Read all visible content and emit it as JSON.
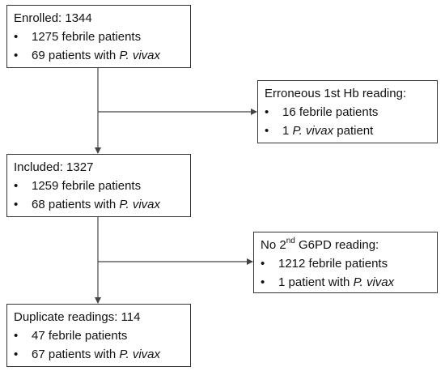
{
  "boxes": {
    "enrolled": {
      "title": "Enrolled: 1344",
      "line1": "1275 febrile patients",
      "line2_pre": "69 patients with ",
      "line2_it": "P. vivax"
    },
    "hb": {
      "title": "Erroneous 1st Hb reading:",
      "line1": "16 febrile patients",
      "line2_pre": "1 ",
      "line2_it": "P. vivax",
      "line2_post": " patient"
    },
    "included": {
      "title": "Included: 1327",
      "line1": "1259 febrile patients",
      "line2_pre": "68 patients with ",
      "line2_it": "P. vivax"
    },
    "g6pd": {
      "title_pre": "No 2",
      "title_sup": "nd",
      "title_post": " G6PD reading:",
      "line1": "1212 febrile patients",
      "line2_pre": "1 patient with ",
      "line2_it": "P. vivax"
    },
    "duplicate": {
      "title": "Duplicate readings: 114",
      "line1": "47 febrile patients",
      "line2_pre": "67 patients with ",
      "line2_it": "P. vivax"
    }
  },
  "bullet_symbol": "•",
  "line_color": "#444444",
  "border_color": "#333333"
}
